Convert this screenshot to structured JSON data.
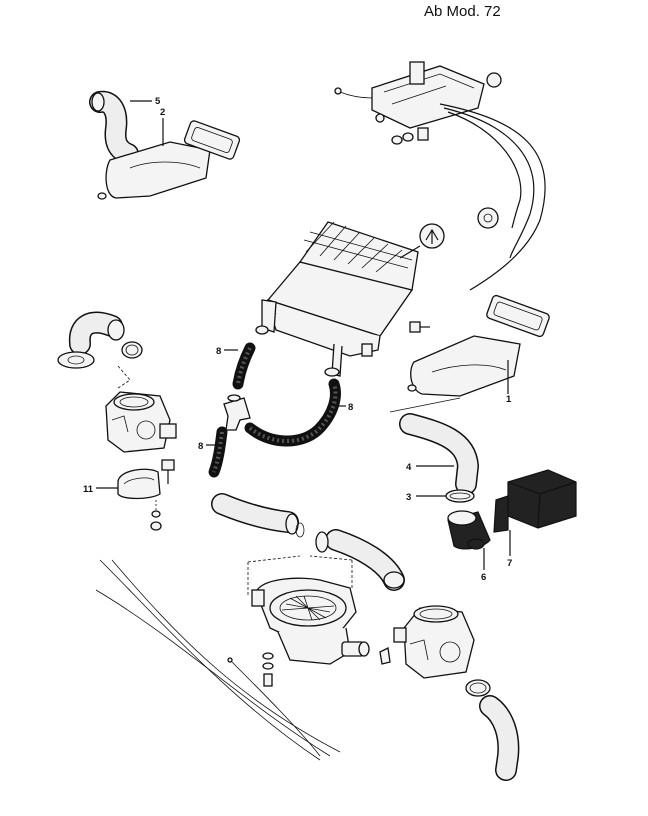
{
  "header": {
    "title": "Ab Mod. 72"
  },
  "callouts": [
    {
      "id": "1",
      "label": "1"
    },
    {
      "id": "2",
      "label": "2"
    },
    {
      "id": "3",
      "label": "3"
    },
    {
      "id": "4",
      "label": "4"
    },
    {
      "id": "5",
      "label": "5"
    },
    {
      "id": "6",
      "label": "6"
    },
    {
      "id": "7",
      "label": "7"
    },
    {
      "id": "8a",
      "label": "8"
    },
    {
      "id": "8b",
      "label": "8"
    },
    {
      "id": "8c",
      "label": "8"
    },
    {
      "id": "11",
      "label": "11"
    }
  ],
  "colors": {
    "line": "#111111",
    "paper": "#ffffff",
    "rubber": "#222222"
  }
}
